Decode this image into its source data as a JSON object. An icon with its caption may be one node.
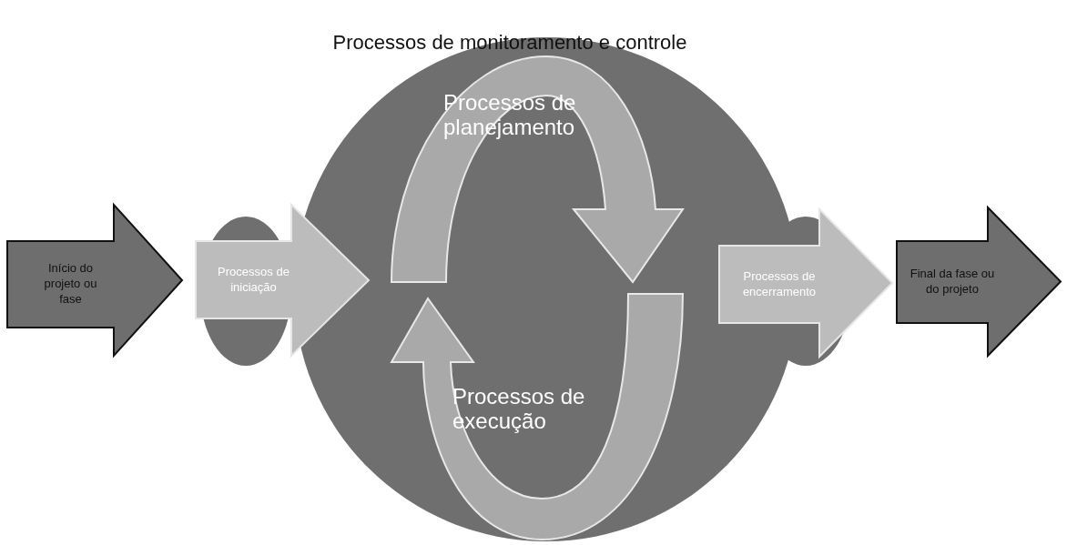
{
  "diagram": {
    "nodes": [
      {
        "text": [
          "Processos de monitoramento e controle"
        ]
      },
      {
        "text": [
          "Início do projeto ou fase"
        ]
      },
      {
        "text": [
          "Processos de iniciação"
        ]
      },
      {
        "text": [
          "Processos de planejamento"
        ],
        "in": 0
      },
      {
        "text": [
          "Processos de execução"
        ],
        "in": 0
      },
      {
        "text": [
          "Processos de encerramento"
        ]
      },
      {
        "text": [
          "Final da fase ou do projeto"
        ]
      }
    ]
  }
}
